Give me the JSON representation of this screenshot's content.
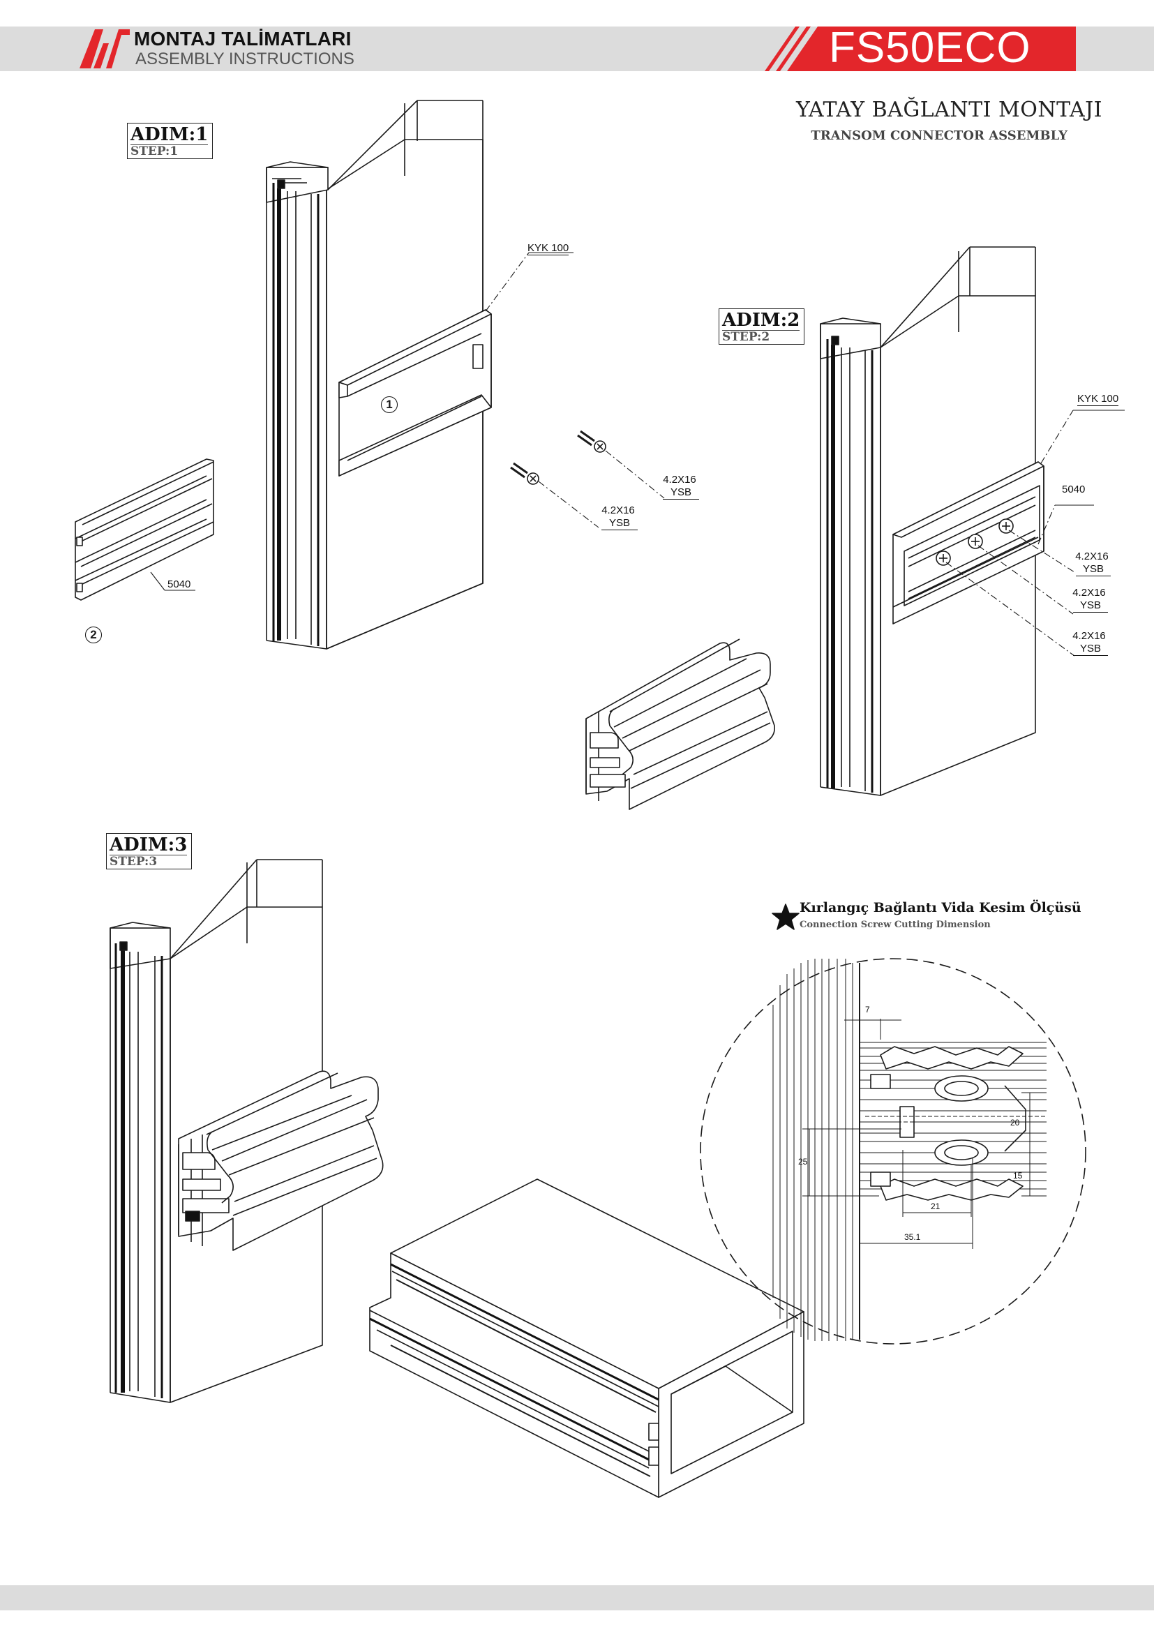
{
  "header": {
    "title_tr": "MONTAJ TALİMATLARI",
    "title_en": "ASSEMBLY INSTRUCTIONS",
    "model": "FS50ECO",
    "colors": {
      "accent": "#e3262b",
      "bar": "#dcdcdc"
    }
  },
  "page": {
    "title": "YATAY BAĞLANTI MONTAJI",
    "subtitle": "TRANSOM CONNECTOR ASSEMBLY"
  },
  "steps": [
    {
      "label": "ADIM:1",
      "sub": "STEP:1"
    },
    {
      "label": "ADIM:2",
      "sub": "STEP:2"
    },
    {
      "label": "ADIM:3",
      "sub": "STEP:3"
    }
  ],
  "step1": {
    "connector": "KYK 100",
    "profile": "5040",
    "screw_a_size": "4.2X16",
    "screw_a_type": "YSB",
    "screw_b_size": "4.2X16",
    "screw_b_type": "YSB",
    "marker_1": "1",
    "marker_2": "2"
  },
  "step2": {
    "connector": "KYK 100",
    "profile": "5040",
    "screws": [
      {
        "size": "4.2X16",
        "type": "YSB"
      },
      {
        "size": "4.2X16",
        "type": "YSB"
      },
      {
        "size": "4.2X16",
        "type": "YSB"
      }
    ]
  },
  "detail": {
    "title": "Kırlangıç Bağlantı Vida Kesim Ölçüsü",
    "subtitle": "Connection Screw Cutting Dimension",
    "icon": "star-icon",
    "dims": {
      "d7": "7",
      "d20": "20",
      "d25": "25",
      "d15": "15",
      "d21": "21",
      "d35": "35.1"
    }
  }
}
